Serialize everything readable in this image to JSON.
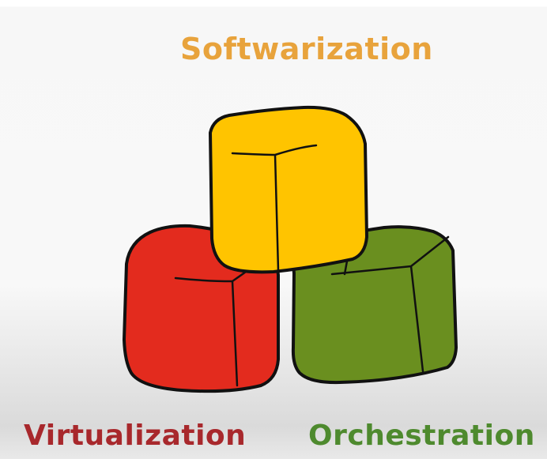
{
  "diagram": {
    "title": {
      "text": "Softwarization",
      "color": "#E8A33C"
    },
    "blocks": [
      {
        "id": "top",
        "label": "Softwarization",
        "color": "#FFC400",
        "position": "top"
      },
      {
        "id": "left",
        "label": "Virtualization",
        "color": "#E32B1E",
        "position": "bottom-left"
      },
      {
        "id": "right",
        "label": "Orchestration",
        "color": "#6A8F1F",
        "position": "bottom-right"
      }
    ],
    "labels": {
      "left": {
        "text": "Virtualization",
        "color": "#A8282C"
      },
      "right": {
        "text": "Orchestration",
        "color": "#4E8A2E"
      }
    },
    "outline_color": "#111111"
  }
}
